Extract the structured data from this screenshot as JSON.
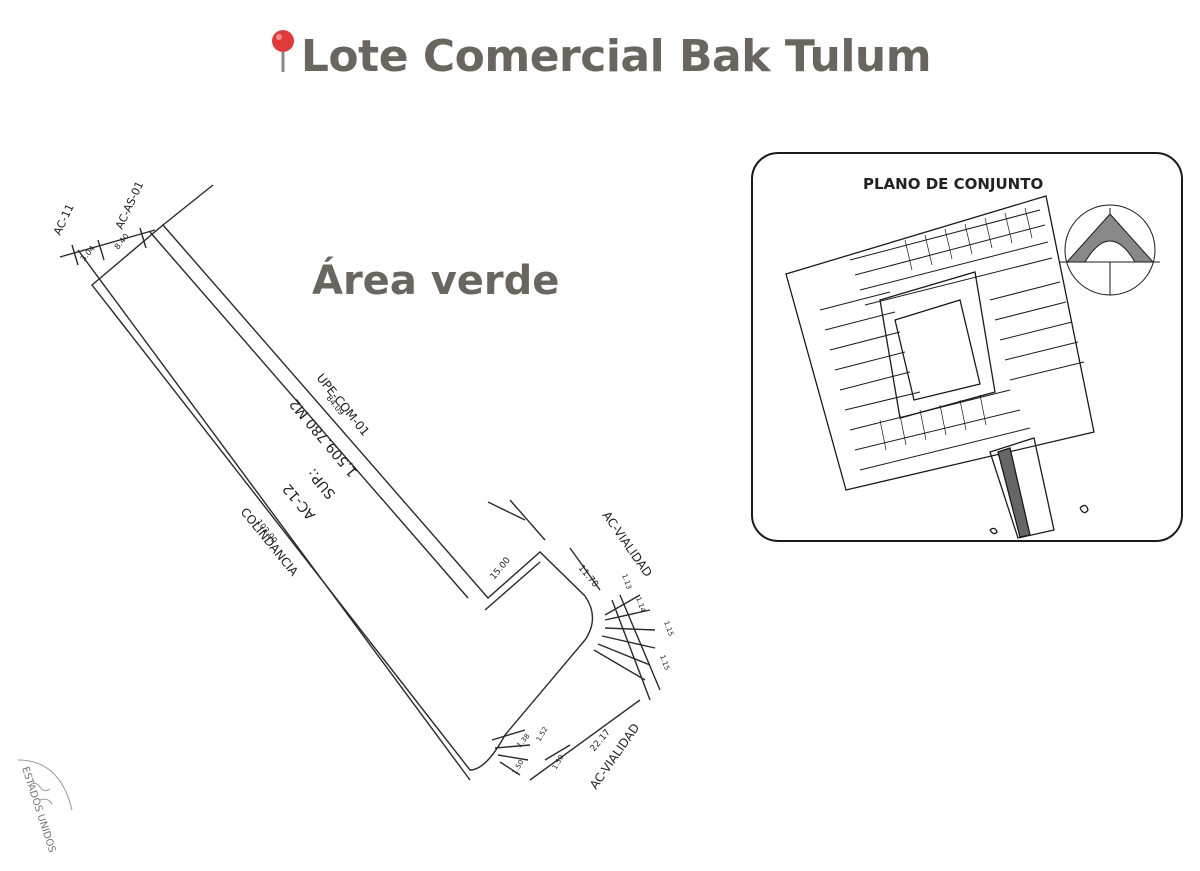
{
  "title": "Lote Comercial Bak Tulum",
  "colors": {
    "title": "#6b6560",
    "pin": "#e03a3a",
    "line": "#2a2a2a"
  },
  "icons": {
    "pin": "pin-icon",
    "north": "north-arrow-icon"
  },
  "plan": {
    "area_label": "Área verde",
    "lot_labels": [
      "AC-11",
      "AC-AS-01",
      "UPE-COM-01",
      "AC-12",
      "SUP.:",
      "1,509.780 M2",
      "COLINDANCIA",
      "AC-VIALIDAD",
      "AC-VIALIDAD"
    ],
    "dimensions": [
      "3.04",
      "8.40",
      "84.09",
      "103.00",
      "15.00",
      "11.70",
      "1.13",
      "1.14",
      "1.15",
      "1.15",
      "22.17",
      "1.38",
      "1.52",
      "1.50",
      "1.50"
    ],
    "stamp_text": "ESTADOS UNIDOS"
  },
  "inset": {
    "title": "PLANO DE CONJUNTO"
  }
}
